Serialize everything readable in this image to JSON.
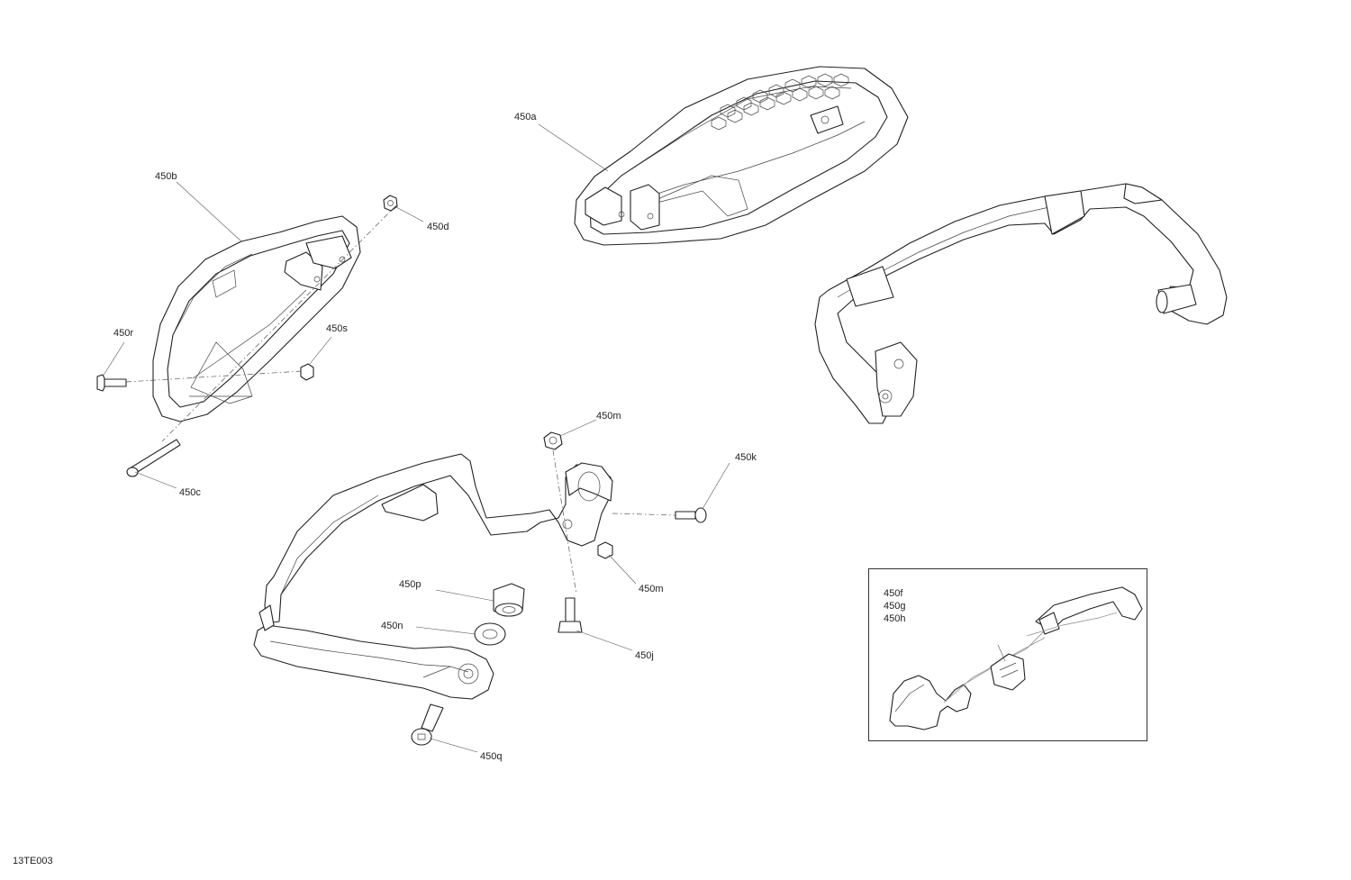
{
  "labels": {
    "l450a": "450a",
    "l450b": "450b",
    "l450d": "450d",
    "l450r": "450r",
    "l450s": "450s",
    "l450c": "450c",
    "l450m_top": "450m",
    "l450k": "450k",
    "l450m_bottom": "450m",
    "l450p": "450p",
    "l450n": "450n",
    "l450j": "450j",
    "l450q": "450q"
  },
  "inset": {
    "labels": [
      "450f",
      "450g",
      "450h"
    ]
  },
  "drawing_code": "13TE003"
}
